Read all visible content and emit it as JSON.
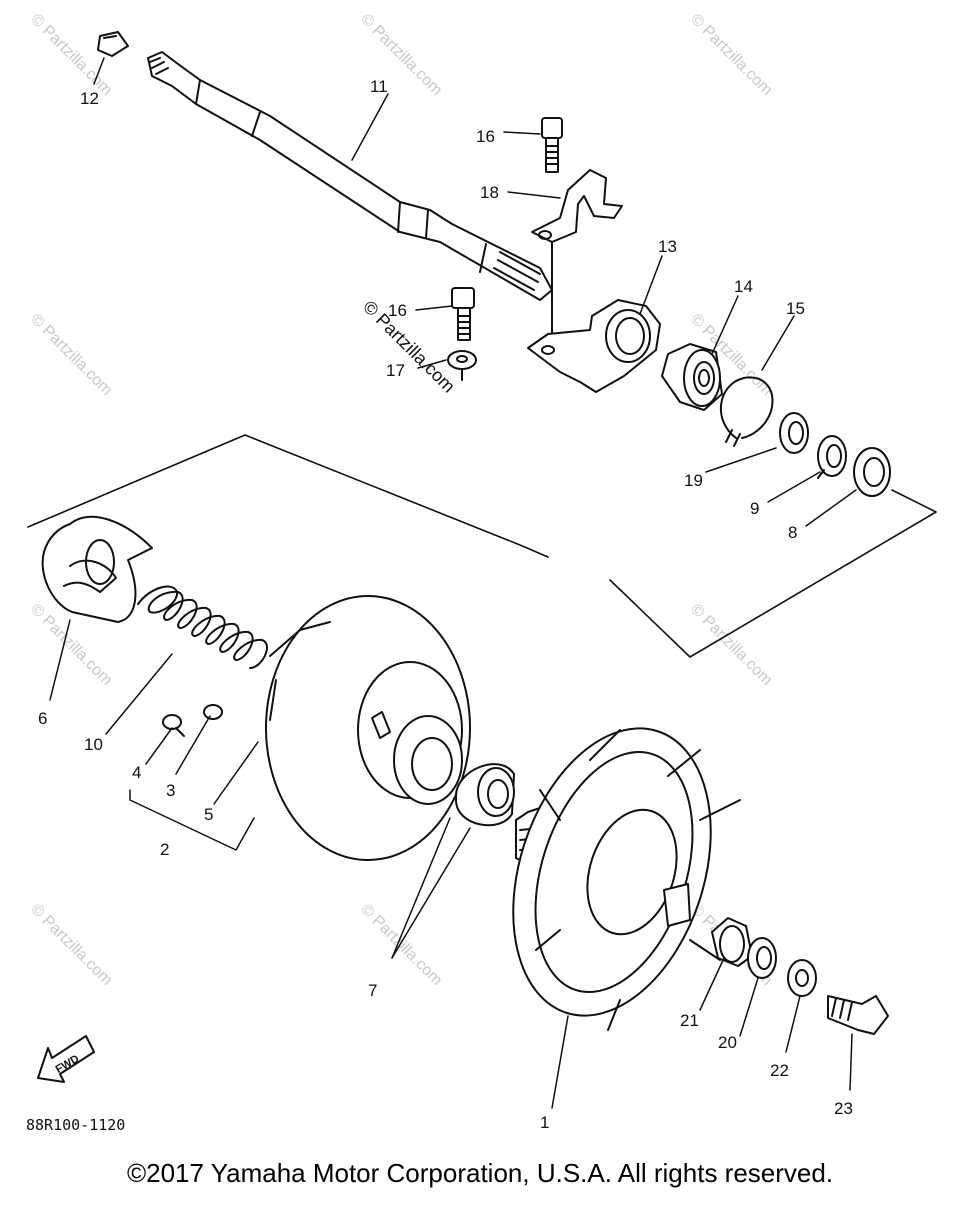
{
  "diagram": {
    "callouts": {
      "c1": "1",
      "c2": "2",
      "c3": "3",
      "c4": "4",
      "c5": "5",
      "c6": "6",
      "c7": "7",
      "c8": "8",
      "c9": "9",
      "c10": "10",
      "c11": "11",
      "c12": "12",
      "c13": "13",
      "c14": "14",
      "c15": "15",
      "c16a": "16",
      "c16b": "16",
      "c17": "17",
      "c18": "18",
      "c19": "19",
      "c20": "20",
      "c21": "21",
      "c22": "22",
      "c23": "23"
    },
    "fwd_label": "FWD",
    "diagram_code": "88R100-1120",
    "watermark": "© Partzilla.com"
  },
  "footer": {
    "copyright": "©2017 Yamaha Motor Corporation, U.S.A. All rights reserved."
  }
}
